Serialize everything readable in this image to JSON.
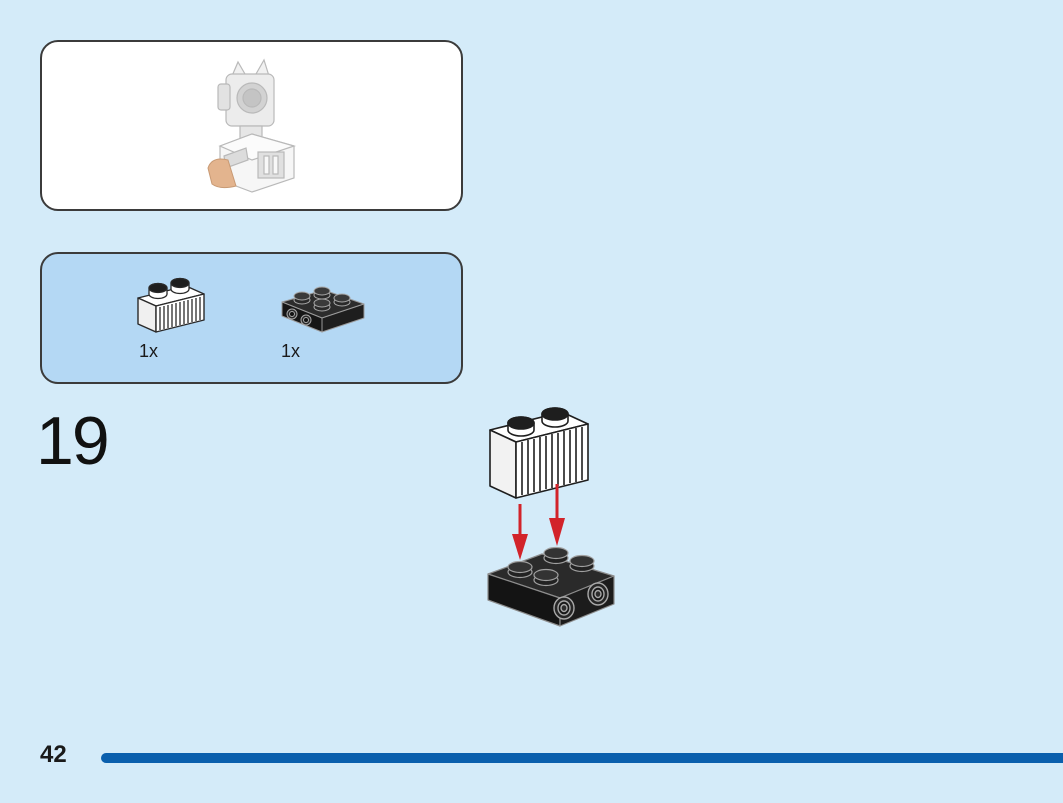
{
  "page": {
    "step_number": "19",
    "page_number": "42"
  },
  "parts_list": {
    "items": [
      {
        "name": "brick-1x2-grille-white",
        "quantity": "1x",
        "color": "#ffffff"
      },
      {
        "name": "plate-2x2-with-side-studs-black",
        "quantity": "1x",
        "color": "#1e1e1e"
      }
    ]
  },
  "colors": {
    "page_background": "#d4ebf9",
    "parts_panel_background": "#b4d8f4",
    "progress_bar": "#0a5fad",
    "arrow": "#d2232a"
  }
}
